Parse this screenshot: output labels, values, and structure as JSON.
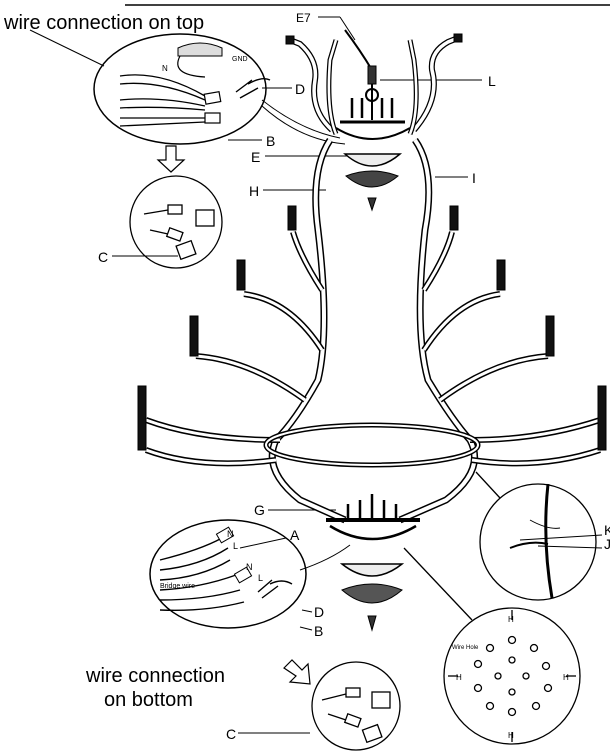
{
  "headings": {
    "top": "wire connection on top",
    "bottom_line1": "wire connection",
    "bottom_line2": "on bottom"
  },
  "callouts": {
    "E7": "E7",
    "L": "L",
    "D_top": "D",
    "B_top": "B",
    "E": "E",
    "H": "H",
    "I": "I",
    "C_top": "C",
    "G": "G",
    "A": "A",
    "D_bottom": "D",
    "B_bottom": "B",
    "C_bottom": "C",
    "K": "K",
    "J": "J"
  },
  "inset_text": {
    "gnd": "GND",
    "n_top": "N",
    "n_bottom": "N",
    "l_bottom_a": "L",
    "n_bottom_b": "N",
    "l_bottom_b": "L",
    "bridge_wire": "Bridge wire",
    "wire_hole": "Wire Hole",
    "h_marks": [
      "H",
      "H",
      "H",
      "H"
    ]
  }
}
